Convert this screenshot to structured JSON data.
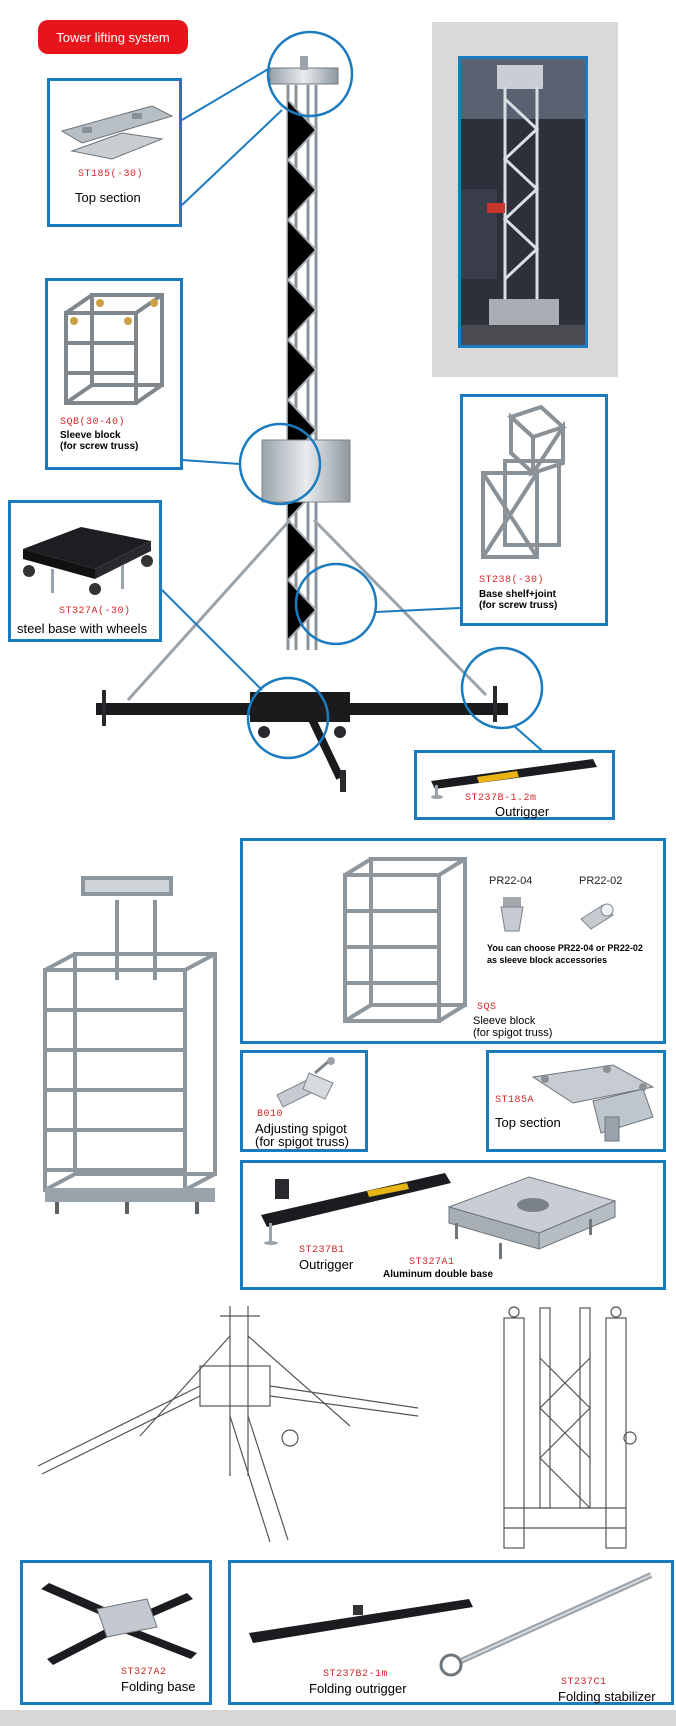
{
  "header": {
    "badge_label": "Tower lifting system"
  },
  "parts": {
    "top_section_185": {
      "code": "ST185(-30)",
      "label": "Top section"
    },
    "sleeve_block_sqb": {
      "code": "SQB(30-40)",
      "label1": "Sleeve block",
      "label2": "(for screw truss)"
    },
    "steel_base": {
      "code": "ST327A(-30)",
      "label": "steel base with wheels"
    },
    "base_shelf": {
      "code": "ST238(-30)",
      "label1": "Base shelf+joint",
      "label2": "(for screw truss)"
    },
    "outrigger_237b": {
      "code": "ST237B-1.2m",
      "label": "Outrigger"
    },
    "sleeve_block_sqs": {
      "code": "SQS",
      "label1": "Sleeve block",
      "label2": "(for spigot truss)",
      "acc1": "PR22-04",
      "acc2": "PR22-02",
      "note1": "You can choose PR22-04 or  PR22-02",
      "note2": "as sleeve block accessories"
    },
    "adjusting_spigot": {
      "code": "B010",
      "label1": "Adjusting spigot",
      "label2": "(for spigot truss)"
    },
    "top_section_185a": {
      "code": "ST185A",
      "label": "Top section"
    },
    "outrigger_237b1": {
      "code": "ST237B1",
      "label": "Outrigger"
    },
    "double_base": {
      "code": "ST327A1",
      "label": "Aluminum double base"
    },
    "folding_base": {
      "code": "ST327A2",
      "label": "Folding base"
    },
    "folding_outrigger": {
      "code": "ST237B2-1m",
      "label": "Folding outrigger"
    },
    "folding_stabilizer": {
      "code": "ST237C1",
      "label": "Folding stabilizer"
    }
  },
  "colors": {
    "accent_blue": "#1a7bbf",
    "badge_red": "#e8141b",
    "code_red": "#d42a2a"
  }
}
